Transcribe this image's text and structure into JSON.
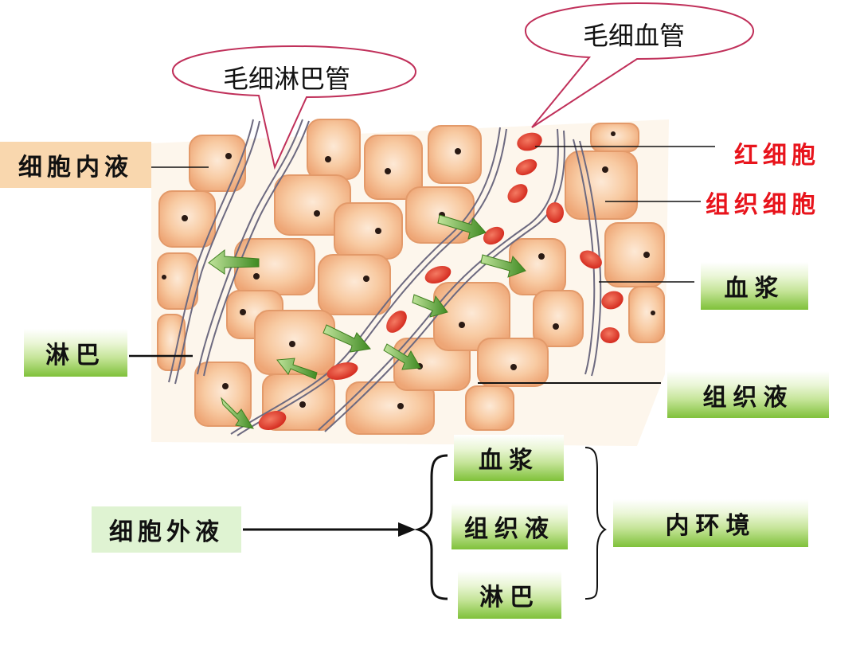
{
  "callouts": {
    "lymph_capillary": "毛细淋巴管",
    "blood_capillary": "毛细血管"
  },
  "labels": {
    "intracellular_fluid": "细胞内液",
    "red_blood_cell": "红细胞",
    "tissue_cell": "组织细胞",
    "plasma": "血浆",
    "lymph": "淋巴",
    "tissue_fluid": "组织液"
  },
  "classification": {
    "extracellular_fluid": "细胞外液",
    "items": [
      "血浆",
      "组织液",
      "淋巴"
    ],
    "internal_environment": "内环境"
  },
  "colors": {
    "red_label": "#e8141c",
    "green_box": "#7fc13a",
    "peach_box": "#f9d7ae",
    "pale_green_box": "#dff3d2",
    "bubble_stroke": "#c0305a",
    "cell_fill": "#f7c49a",
    "blood_cell": "#dd3328",
    "arrow_green": "#5a9e2f"
  }
}
